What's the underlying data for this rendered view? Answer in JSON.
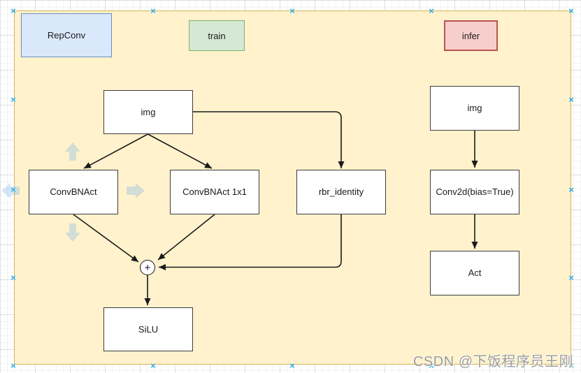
{
  "legend": {
    "repconv": {
      "label": "RepConv"
    },
    "train": {
      "label": "train"
    },
    "infer": {
      "label": "infer"
    }
  },
  "nodes": {
    "img_train": {
      "label": "img"
    },
    "convbnact": {
      "label": "ConvBNAct"
    },
    "convbnact1x1": {
      "label": "ConvBNAct 1x1"
    },
    "rbr_identity": {
      "label": "rbr_identity"
    },
    "sum": {
      "label": "+"
    },
    "silu": {
      "label": "SiLU"
    },
    "img_infer": {
      "label": "img"
    },
    "conv2d": {
      "label": "Conv2d(bias=True)"
    },
    "act": {
      "label": "Act"
    }
  },
  "edges": [
    {
      "from": "img_train",
      "to": "convbnact"
    },
    {
      "from": "img_train",
      "to": "convbnact1x1"
    },
    {
      "from": "img_train",
      "to": "rbr_identity"
    },
    {
      "from": "convbnact",
      "to": "sum"
    },
    {
      "from": "convbnact1x1",
      "to": "sum"
    },
    {
      "from": "rbr_identity",
      "to": "sum"
    },
    {
      "from": "sum",
      "to": "silu"
    },
    {
      "from": "img_infer",
      "to": "conv2d"
    },
    {
      "from": "conv2d",
      "to": "act"
    }
  ],
  "icons": {
    "connection_point": "×"
  },
  "colors": {
    "canvas_fill": "#fff2cc",
    "canvas_border": "#d6b656",
    "legend_blue_fill": "#dae8fc",
    "legend_blue_border": "#6c8ebf",
    "legend_green_fill": "#d5e8d4",
    "legend_green_border": "#82b366",
    "legend_red_fill": "#f8cecc",
    "legend_red_border": "#b85450",
    "node_fill": "#ffffff",
    "node_border": "#3d3d3d",
    "edge": "#1a1a1a",
    "connection_point": "#27ace3",
    "direction_arrow": "rgba(120,180,230,0.33)",
    "watermark_text": "#9b9b9b"
  },
  "watermark": "CSDN @下饭程序员王刚"
}
